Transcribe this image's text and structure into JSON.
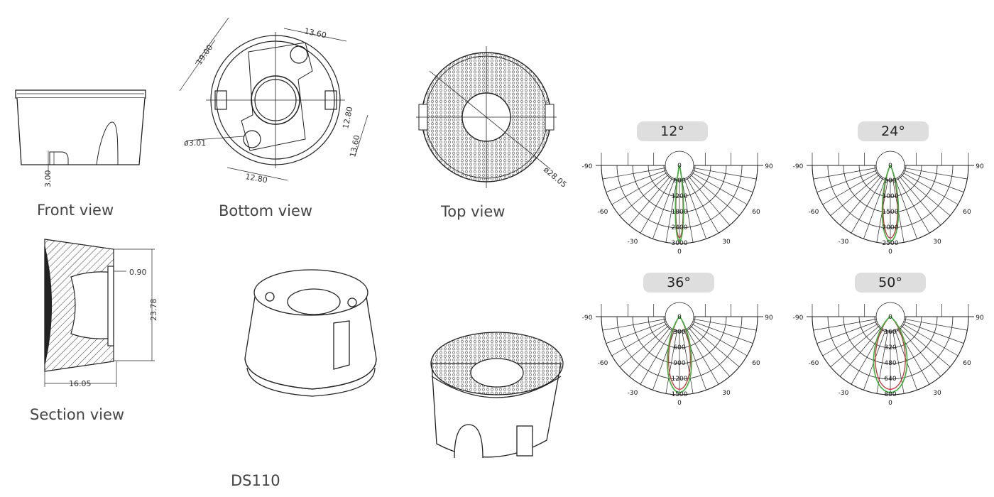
{
  "product": {
    "model": "DS110"
  },
  "views": {
    "front": {
      "caption": "Front view",
      "dim_height": "3.00"
    },
    "bottom": {
      "caption": "Bottom view",
      "dims": [
        "19.00",
        "13.60",
        "12.80",
        "13.60",
        "12.80",
        "ø3.01"
      ]
    },
    "top": {
      "caption": "Top view",
      "dim_diameter": "ø28.05"
    },
    "section": {
      "caption": "Section view",
      "dims": [
        "0.90",
        "23.78",
        "16.05"
      ]
    }
  },
  "colors": {
    "line": "#222222",
    "curve_green": "#36b336",
    "curve_red": "#c8323c",
    "pill": "#dedede"
  },
  "chart_data": [
    {
      "type": "polar",
      "title": "12°",
      "angle_labels": [
        "-90",
        "90",
        "-60",
        "60",
        "-30",
        "30",
        "0",
        "0"
      ],
      "radial_ticks": [
        "0",
        "600",
        "1200",
        "1800",
        "2400",
        "3000"
      ],
      "rmax": 3000,
      "beam_angle": 12
    },
    {
      "type": "polar",
      "title": "24°",
      "angle_labels": [
        "-90",
        "90",
        "-60",
        "60",
        "-30",
        "30",
        "0",
        "0"
      ],
      "radial_ticks": [
        "0",
        "500",
        "1000",
        "1500",
        "2000",
        "2500"
      ],
      "rmax": 2500,
      "beam_angle": 24
    },
    {
      "type": "polar",
      "title": "36°",
      "angle_labels": [
        "-90",
        "90",
        "-60",
        "60",
        "-30",
        "30",
        "0",
        "0"
      ],
      "radial_ticks": [
        "0",
        "300",
        "600",
        "900",
        "1200",
        "1500"
      ],
      "rmax": 1500,
      "beam_angle": 36
    },
    {
      "type": "polar",
      "title": "50°",
      "angle_labels": [
        "-90",
        "90",
        "-60",
        "60",
        "-30",
        "30",
        "0",
        "0"
      ],
      "radial_ticks": [
        "0",
        "160",
        "320",
        "480",
        "640",
        "800"
      ],
      "rmax": 800,
      "beam_angle": 50
    }
  ]
}
